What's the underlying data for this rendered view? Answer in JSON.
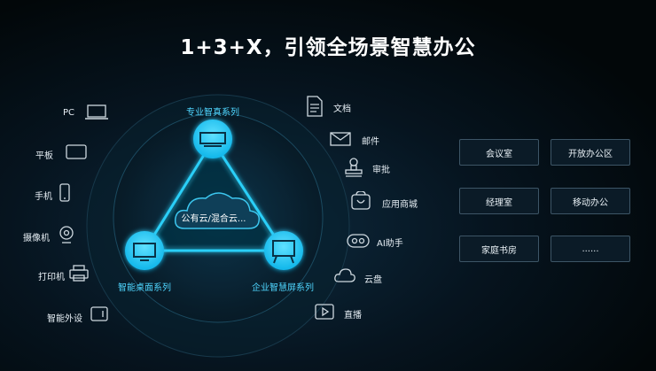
{
  "title": "1+3+X，引领全场景智慧办公",
  "center_cloud": "公有云/混合云...",
  "systems": [
    {
      "label": "专业智真系列"
    },
    {
      "label": "智能桌面系列"
    },
    {
      "label": "企业智慧屏系列"
    }
  ],
  "devices": [
    {
      "label": "PC",
      "icon": "laptop-icon"
    },
    {
      "label": "平板",
      "icon": "tablet-icon"
    },
    {
      "label": "手机",
      "icon": "phone-icon"
    },
    {
      "label": "摄像机",
      "icon": "webcam-icon"
    },
    {
      "label": "打印机",
      "icon": "printer-icon"
    },
    {
      "label": "智能外设",
      "icon": "peripheral-icon"
    }
  ],
  "apps": [
    {
      "label": "文档",
      "icon": "document-icon"
    },
    {
      "label": "邮件",
      "icon": "mail-icon"
    },
    {
      "label": "审批",
      "icon": "stamp-icon"
    },
    {
      "label": "应用商城",
      "icon": "app-store-icon"
    },
    {
      "label": "AI助手",
      "icon": "ai-assistant-icon"
    },
    {
      "label": "云盘",
      "icon": "cloud-drive-icon"
    },
    {
      "label": "直播",
      "icon": "live-stream-icon"
    }
  ],
  "scenes": [
    {
      "label": "会议室"
    },
    {
      "label": "开放办公区"
    },
    {
      "label": "经理室"
    },
    {
      "label": "移动办公"
    },
    {
      "label": "家庭书房"
    },
    {
      "label": "......"
    }
  ],
  "colors": {
    "accent": "#1ec8f5",
    "accent_light": "#4fd6ff",
    "background": "#03090d"
  }
}
